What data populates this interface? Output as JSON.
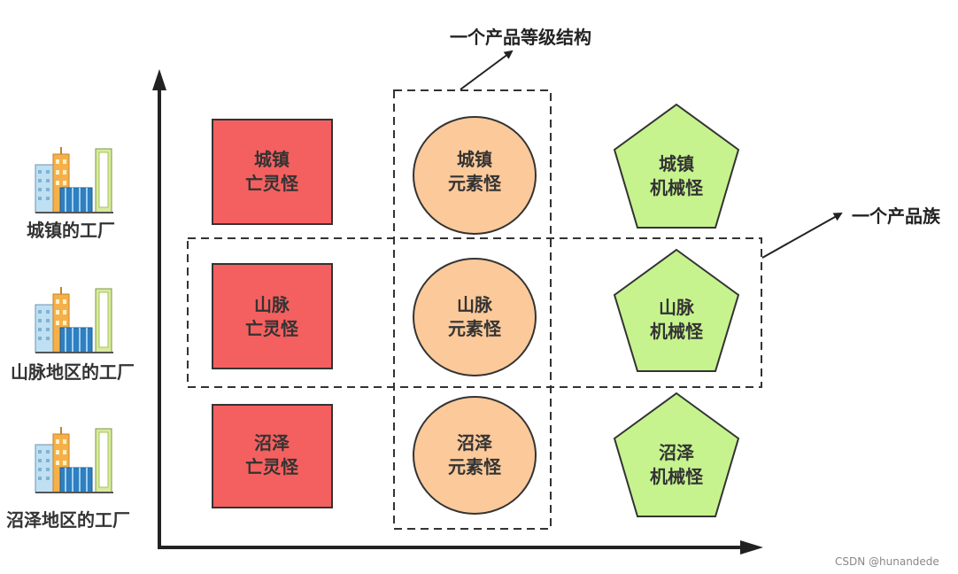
{
  "callouts": {
    "level": "一个产品等级结构",
    "family": "一个产品族"
  },
  "factories": [
    {
      "label": "城镇的工厂"
    },
    {
      "label": "山脉地区的工厂"
    },
    {
      "label": "沼泽地区的工厂"
    }
  ],
  "grid": [
    [
      {
        "place": "城镇",
        "monster": "亡灵怪",
        "shape": "square",
        "color": "#f4605f"
      },
      {
        "place": "城镇",
        "monster": "元素怪",
        "shape": "circle",
        "color": "#fbc99a"
      },
      {
        "place": "城镇",
        "monster": "机械怪",
        "shape": "pentagon",
        "color": "#c6f38e"
      }
    ],
    [
      {
        "place": "山脉",
        "monster": "亡灵怪",
        "shape": "square",
        "color": "#f4605f"
      },
      {
        "place": "山脉",
        "monster": "元素怪",
        "shape": "circle",
        "color": "#fbc99a"
      },
      {
        "place": "山脉",
        "monster": "机械怪",
        "shape": "pentagon",
        "color": "#c6f38e"
      }
    ],
    [
      {
        "place": "沼泽",
        "monster": "亡灵怪",
        "shape": "square",
        "color": "#f4605f"
      },
      {
        "place": "沼泽",
        "monster": "元素怪",
        "shape": "circle",
        "color": "#fbc99a"
      },
      {
        "place": "沼泽",
        "monster": "机械怪",
        "shape": "pentagon",
        "color": "#c6f38e"
      }
    ]
  ],
  "watermark": "CSDN @hunandede"
}
